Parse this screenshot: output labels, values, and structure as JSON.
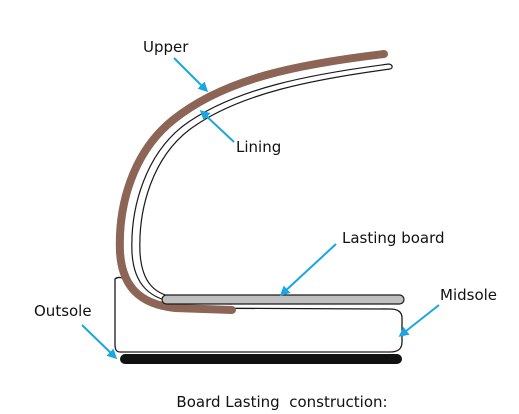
{
  "labels": {
    "upper": "Upper",
    "lining": "Lining",
    "lasting_board": "Lasting board",
    "outsole": "Outsole",
    "midsole": "Midsole"
  },
  "caption": "Board Lasting  construction:",
  "colors": {
    "upper": "#8c6556",
    "lasting_board": "#c0c0c0",
    "outsole": "#111111",
    "arrow": "#1aa6e0",
    "outline": "#1a1a1a"
  }
}
